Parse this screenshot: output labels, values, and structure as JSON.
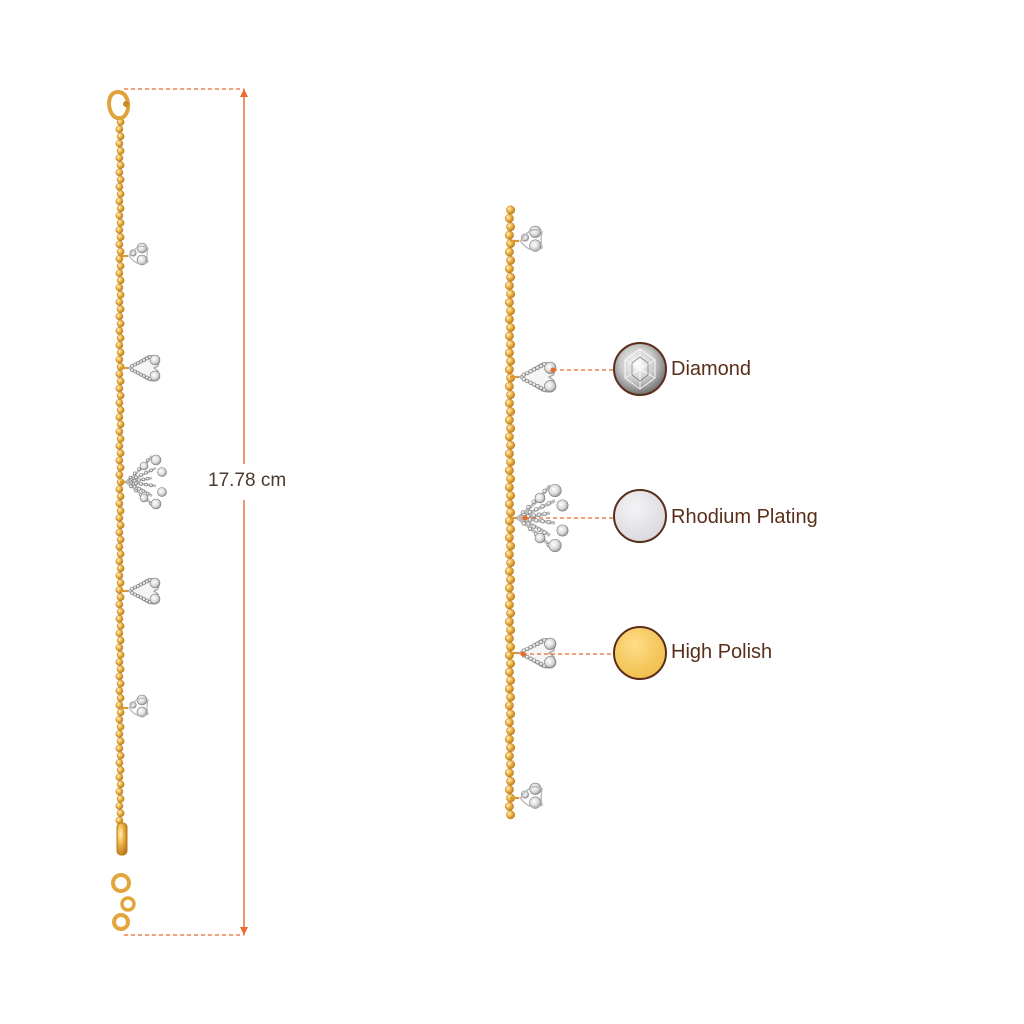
{
  "measurement": {
    "length_label": "17.78 cm"
  },
  "materials": [
    {
      "name": "Diamond",
      "swatch": "diamond-icon",
      "color": "#e8e8e8"
    },
    {
      "name": "Rhodium Plating",
      "swatch": "rhodium-swatch",
      "color": "#e4e4e6"
    },
    {
      "name": "High Polish",
      "swatch": "gold-swatch",
      "color": "#f6c95c"
    }
  ],
  "colors": {
    "gold": "#e8a63a",
    "gold_dark": "#c9882a",
    "dimension_line": "#ea6a2a",
    "callout_ring": "#5a2e1a",
    "label_text": "#5a2e1a"
  }
}
